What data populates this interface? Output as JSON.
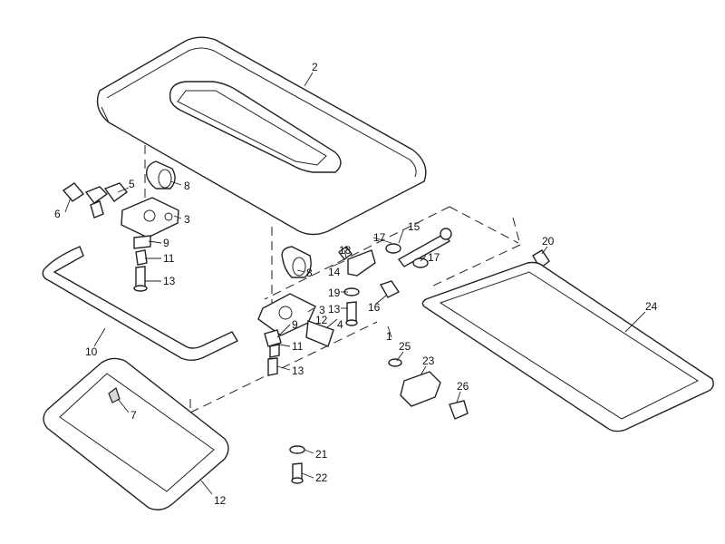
{
  "diagram": {
    "callouts": {
      "c1": "1",
      "c2": "2",
      "c3a": "3",
      "c3b": "3",
      "c4": "4",
      "c5": "5",
      "c6": "6",
      "c7": "7",
      "c8a": "8",
      "c8b": "8",
      "c9a": "9",
      "c9b": "9",
      "c10": "10",
      "c11a": "11",
      "c11b": "11",
      "c12a": "12",
      "c12b": "12",
      "c13a": "13",
      "c13b": "13",
      "c13c": "13",
      "c14": "14",
      "c15": "15",
      "c16": "16",
      "c17a": "17",
      "c17b": "17",
      "c18": "18",
      "c19": "19",
      "c20": "20",
      "c21": "21",
      "c22": "22",
      "c23": "23",
      "c24": "24",
      "c25": "25",
      "c26": "26"
    }
  }
}
